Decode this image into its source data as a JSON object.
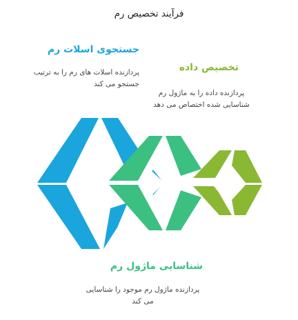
{
  "title": "فرآیند تخصیص رم",
  "steps": {
    "search": {
      "heading": "جستجوی اسلات رم",
      "description": "پردازنده اسلات های رم را به ترتیب جستجو می کند",
      "color": "#1aa6dc"
    },
    "allocate": {
      "heading": "تخصیص داده",
      "description": "پردازنده داده را به ماژول رم شناسایی شده اختصاص می دهد",
      "color": "#8ab833"
    },
    "identify": {
      "heading": "شناسایی ماژول رم",
      "description": "پردازنده ماژول رم موجود را شناسایی می کند",
      "color": "#3cc082"
    }
  }
}
